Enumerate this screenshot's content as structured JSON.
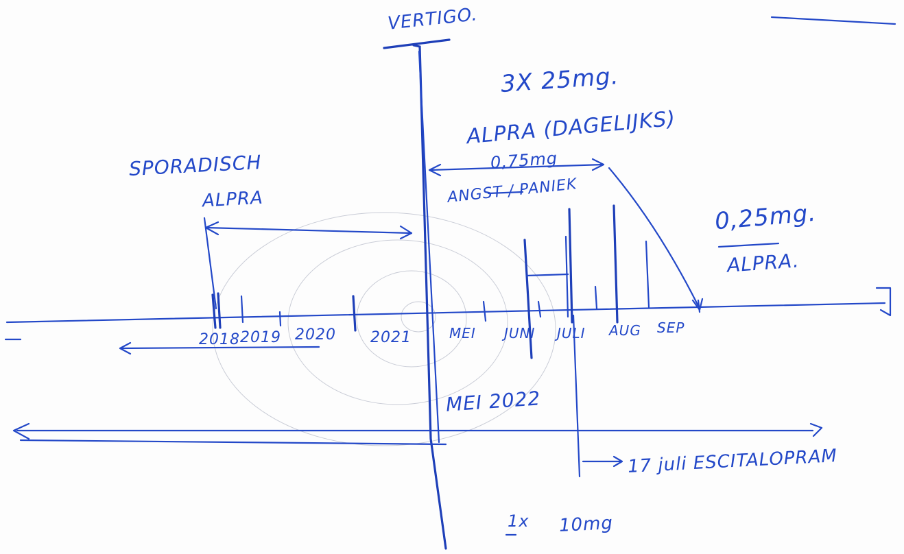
{
  "notes": {
    "vertigo": "VERTIGO.",
    "dose_3x": "3X 25mg.",
    "alpra_daily": "ALPRA (DAGELIJKS)",
    "alpra_daily_dose": "0,75mg",
    "anxiety_fear": "ANGST / PANIEK",
    "sporadic_1": "SPORADISCH",
    "sporadic_2": "ALPRA",
    "alpra_low_dose": "0,25mg.",
    "alpra_low_label": "ALPRA.",
    "year_2018": "2018",
    "year_2019": "2019",
    "year_2020": "2020",
    "year_2021": "2021",
    "month_may": "MEI",
    "month_june": "JUNI",
    "month_july": "JULI",
    "month_aug": "AUG",
    "month_sep": "SEP",
    "may_2022": "MEI 2022",
    "escitalopram": "17 juli ESCITALOPRAM",
    "dose_1x": "1x",
    "dose_10mg": "10mg"
  },
  "colors": {
    "ink": "#2348c8",
    "paper": "#fdfdfd",
    "pencil": "#c9ccd6"
  }
}
